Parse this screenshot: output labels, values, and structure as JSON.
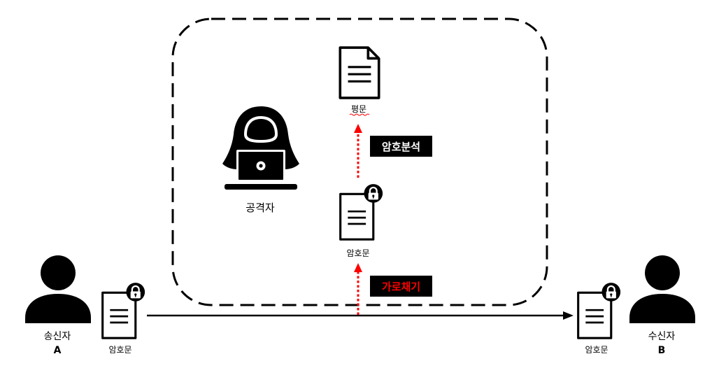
{
  "attacker_zone": {
    "attacker_label": "공격자",
    "plaintext_label": "평문",
    "intercepted_ciphertext_label": "암호문",
    "cryptanalysis_tag": "암호분석",
    "interception_tag": "가로채기"
  },
  "sender": {
    "name": "송신자",
    "id": "A",
    "ciphertext_label": "암호문"
  },
  "receiver": {
    "name": "수신자",
    "id": "B",
    "ciphertext_label": "암호문"
  },
  "colors": {
    "icon": "#000000",
    "arrow_dotted": "#ff0000",
    "tag_bg": "#000000",
    "cryptanalysis_text": "#ffffff",
    "interception_text": "#ff0000"
  },
  "icons": {
    "document": "document-icon",
    "locked_document": "locked-document-icon",
    "attacker": "hooded-hacker-icon",
    "person": "person-icon"
  }
}
